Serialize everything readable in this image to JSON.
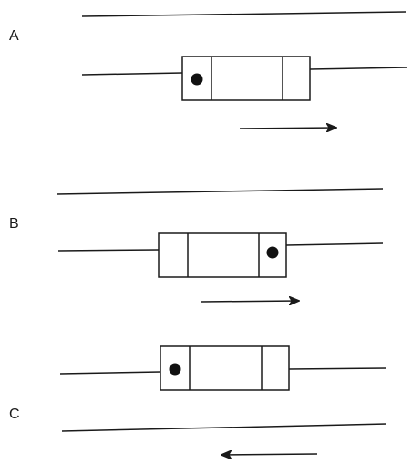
{
  "panels": [
    {
      "label": "A",
      "dot_side": "left",
      "arrow_direction": "right"
    },
    {
      "label": "B",
      "dot_side": "right",
      "arrow_direction": "right"
    },
    {
      "label": "C",
      "dot_side": "left",
      "arrow_direction": "left"
    }
  ],
  "colors": {
    "line": "#1a1a1a",
    "box_fill": "#ffffff",
    "dot": "#111111"
  }
}
